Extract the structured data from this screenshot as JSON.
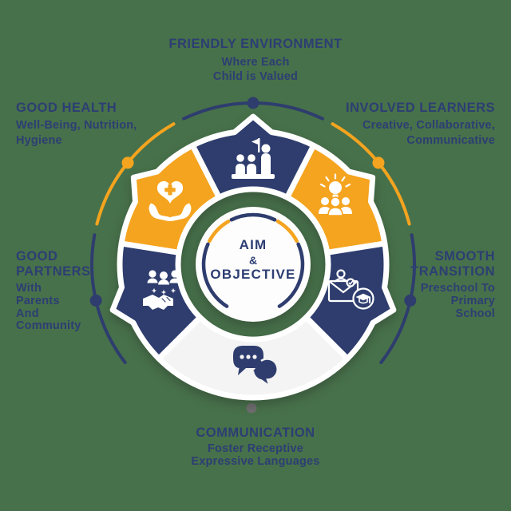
{
  "colors": {
    "navy": "#2E3D6E",
    "orange": "#F5A41F",
    "light_segment": "#F4F4F4",
    "text_navy": "#2D3E73",
    "background": "#47714A",
    "gray_dot": "#6E6E6E",
    "white": "#FFFFFF"
  },
  "center": {
    "line1": "AIM",
    "line2": "&",
    "line3": "OBJECTIVE"
  },
  "sections": [
    {
      "id": "friendly-environment",
      "title": "FRIENDLY ENVIRONMENT",
      "subtitle": "Where Each\nChild is Valued",
      "icon": "teacher-with-children-icon",
      "segment_color": "navy"
    },
    {
      "id": "good-health",
      "title": "GOOD HEALTH",
      "subtitle": "Well-Being, Nutrition,\nHygiene",
      "icon": "heart-in-hands-icon",
      "segment_color": "orange"
    },
    {
      "id": "involved-learners",
      "title": "INVOLVED LEARNERS",
      "subtitle": "Creative, Collaborative,\nCommunicative",
      "icon": "lightbulb-team-icon",
      "segment_color": "orange"
    },
    {
      "id": "good-partners",
      "title": "GOOD\nPARTNERS",
      "subtitle": "With\nParents\nAnd\nCommunity",
      "icon": "handshake-people-icon",
      "segment_color": "navy"
    },
    {
      "id": "smooth-transition",
      "title": "SMOOTH\nTRANSITION",
      "subtitle": "Preschool To\nPrimary\nSchool",
      "icon": "envelope-graduation-icon",
      "segment_color": "navy"
    },
    {
      "id": "communication",
      "title": "COMMUNICATION",
      "subtitle": "Foster Receptive\nExpressive Languages",
      "icon": "chat-bubbles-icon",
      "segment_color": "light"
    }
  ]
}
